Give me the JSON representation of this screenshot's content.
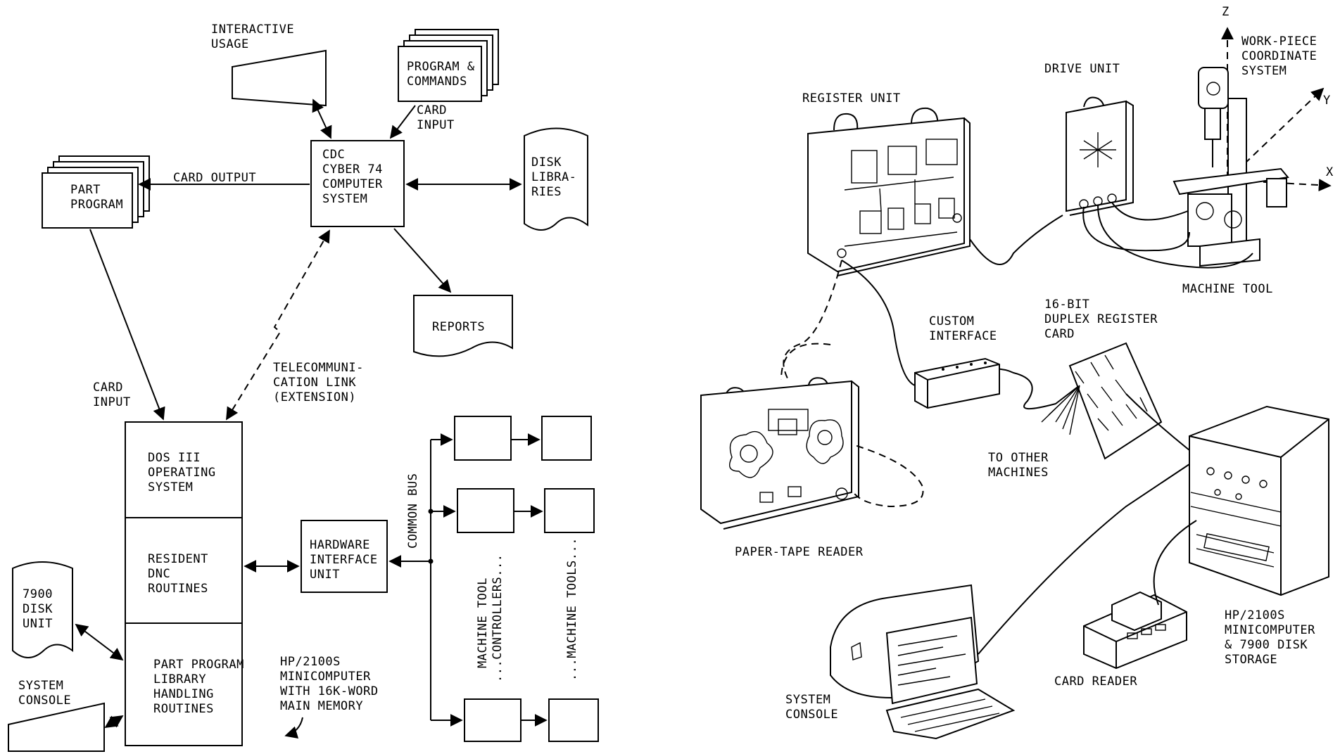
{
  "left_diagram": {
    "interactive_usage": [
      "INTERACTIVE",
      "USAGE"
    ],
    "program_commands": [
      "PROGRAM &",
      "COMMANDS"
    ],
    "card_input_top": [
      "CARD",
      "INPUT"
    ],
    "cdc_system": [
      "CDC",
      "CYBER 74",
      "COMPUTER",
      "SYSTEM"
    ],
    "disk_libraries": [
      "DISK",
      "LIBRA-",
      "RIES"
    ],
    "card_output": "CARD OUTPUT",
    "part_program": [
      "PART",
      "PROGRAM"
    ],
    "reports": "REPORTS",
    "telecom_link": [
      "TELECOMMUNI-",
      "CATION LINK",
      "(EXTENSION)"
    ],
    "card_input_left": [
      "CARD",
      "INPUT"
    ],
    "dos": [
      "DOS III",
      "OPERATING",
      "SYSTEM"
    ],
    "resident": [
      "RESIDENT",
      "DNC",
      "ROUTINES"
    ],
    "library": [
      "PART PROGRAM",
      "LIBRARY",
      "HANDLING",
      "ROUTINES"
    ],
    "hardware_interface": [
      "HARDWARE",
      "INTERFACE",
      "UNIT"
    ],
    "common_bus": "COMMON BUS",
    "controllers": [
      "MACHINE TOOL",
      "...CONTROLLERS..."
    ],
    "machine_tools": "...MACHINE TOOLS...",
    "disk_unit": [
      "7900",
      "DISK",
      "UNIT"
    ],
    "system_console": [
      "SYSTEM",
      "CONSOLE"
    ],
    "minicomputer": [
      "HP/2100S",
      "MINICOMPUTER",
      "WITH 16K-WORD",
      "MAIN MEMORY"
    ]
  },
  "right_diagram": {
    "register_unit": "REGISTER UNIT",
    "drive_unit": "DRIVE UNIT",
    "work_piece": [
      "WORK-PIECE",
      "COORDINATE",
      "SYSTEM"
    ],
    "axis_z": "Z",
    "axis_y": "Y",
    "axis_x": "X",
    "machine_tool": "MACHINE TOOL",
    "custom_interface": [
      "CUSTOM",
      "INTERFACE"
    ],
    "duplex_card": [
      "16-BIT",
      "DUPLEX REGISTER",
      "CARD"
    ],
    "to_other_machines": [
      "TO OTHER",
      "MACHINES"
    ],
    "paper_tape_reader": "PAPER-TAPE READER",
    "minicomputer_storage": [
      "HP/2100S",
      "MINICOMPUTER",
      "& 7900 DISK",
      "STORAGE"
    ],
    "card_reader": "CARD READER",
    "system_console": [
      "SYSTEM",
      "CONSOLE"
    ]
  }
}
